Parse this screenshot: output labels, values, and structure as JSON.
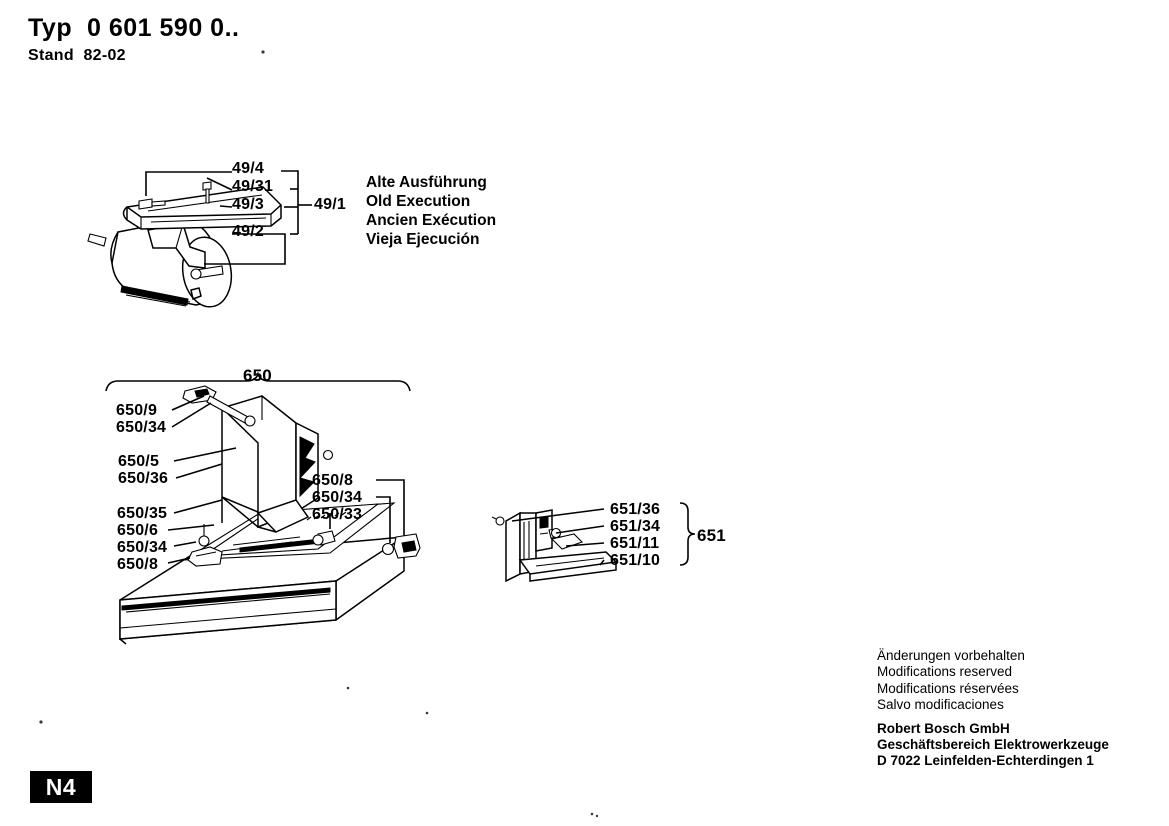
{
  "header": {
    "typ_prefix": "Typ",
    "typ_number": "0 601 590 0..",
    "stand_label": "Stand",
    "stand_value": "82-02"
  },
  "old_execution_note": {
    "de": "Alte Ausführung",
    "en": "Old Execution",
    "fr": "Ancien Exécution",
    "es": "Vieja Ejecución"
  },
  "assembly_49": {
    "group_label": "49/1",
    "parts": [
      "49/4",
      "49/31",
      "49/3",
      "49/2"
    ]
  },
  "assembly_650": {
    "group_label": "650",
    "left_parts": [
      "650/9",
      "650/34",
      "650/5",
      "650/36",
      "650/35",
      "650/6",
      "650/34",
      "650/8"
    ],
    "middle_parts": [
      "650/8",
      "650/34",
      "650/33"
    ]
  },
  "assembly_651": {
    "group_label": "651",
    "parts": [
      "651/36",
      "651/34",
      "651/11",
      "651/10"
    ]
  },
  "footer": {
    "modifications": [
      "Änderungen vorbehalten",
      "Modifications reserved",
      "Modifications réservées",
      "Salvo modificaciones"
    ],
    "company": [
      "Robert Bosch GmbH",
      "Geschäftsbereich Elektrowerkzeuge",
      "D 7022 Leinfelden-Echterdingen 1"
    ]
  },
  "page_badge": "N4",
  "colors": {
    "ink": "#000000",
    "background": "#ffffff"
  }
}
